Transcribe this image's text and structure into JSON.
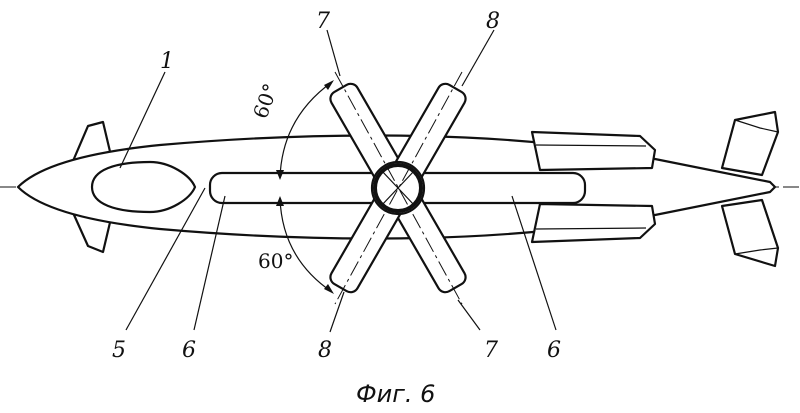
{
  "figure": {
    "caption": "Фиг. 6",
    "angle_labels": {
      "upper": "60°",
      "lower": "60°"
    },
    "part_numbers": {
      "hull": "1",
      "cabin_point": "5",
      "slot_left": "6",
      "slot_right": "6",
      "arm_7_upper": "7",
      "arm_7_lower": "7",
      "arm_8_upper": "8",
      "arm_8_lower": "8"
    }
  }
}
